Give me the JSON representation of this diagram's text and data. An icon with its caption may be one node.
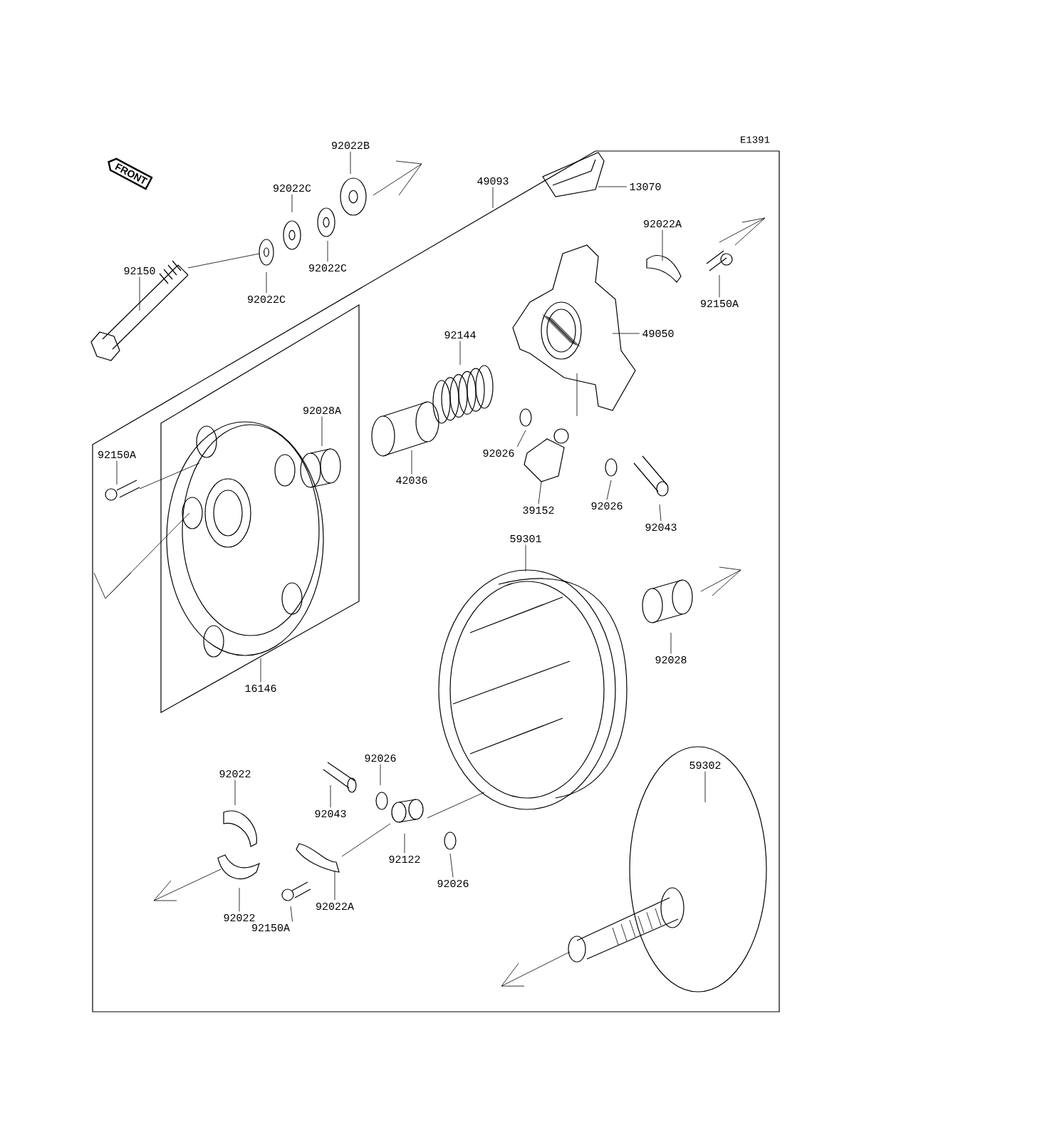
{
  "diagram": {
    "nodes": [
      {
        "text": [
          "FRONT"
        ]
      },
      {
        "text": [
          "92022B"
        ]
      },
      {
        "text": [
          "92022C"
        ]
      },
      {
        "text": [
          "92022C"
        ]
      },
      {
        "text": [
          "92022C"
        ]
      },
      {
        "text": [
          "92150"
        ]
      },
      {
        "text": [
          "49093"
        ]
      },
      {
        "text": [
          "13070"
        ]
      },
      {
        "text": [
          "92022A"
        ]
      },
      {
        "text": [
          "92150A"
        ]
      },
      {
        "text": [
          "49050"
        ]
      },
      {
        "text": [
          "92144"
        ]
      },
      {
        "text": [
          "92028A"
        ]
      },
      {
        "text": [
          "92150A"
        ]
      },
      {
        "text": [
          "42036"
        ]
      },
      {
        "text": [
          "92026"
        ]
      },
      {
        "text": [
          "39152"
        ]
      },
      {
        "text": [
          "92026"
        ]
      },
      {
        "text": [
          "92043"
        ]
      },
      {
        "text": [
          "59301"
        ]
      },
      {
        "text": [
          "16146"
        ]
      },
      {
        "text": [
          "92028"
        ]
      },
      {
        "text": [
          "92026"
        ]
      },
      {
        "text": [
          "92022"
        ]
      },
      {
        "text": [
          "59302"
        ]
      },
      {
        "text": [
          "92043"
        ]
      },
      {
        "text": [
          "92122"
        ]
      },
      {
        "text": [
          "92026"
        ]
      },
      {
        "text": [
          "92022A"
        ]
      },
      {
        "text": [
          "92022"
        ]
      },
      {
        "text": [
          "92150A"
        ]
      }
    ],
    "edges": [
      {
        "from": 1,
        "to": null,
        "arrow": "none"
      },
      {
        "from": 2,
        "to": null,
        "arrow": "none"
      },
      {
        "from": 3,
        "to": null,
        "arrow": "none"
      },
      {
        "from": 4,
        "to": null,
        "arrow": "none"
      },
      {
        "from": 5,
        "to": null,
        "arrow": "none"
      },
      {
        "from": 6,
        "to": null,
        "arrow": "none"
      },
      {
        "from": 7,
        "to": null,
        "arrow": "none"
      },
      {
        "from": 8,
        "to": null,
        "arrow": "none"
      },
      {
        "from": 9,
        "to": null,
        "arrow": "none"
      },
      {
        "from": 10,
        "to": null,
        "arrow": "none"
      },
      {
        "from": 11,
        "to": null,
        "arrow": "none"
      },
      {
        "from": 12,
        "to": null,
        "arrow": "none"
      },
      {
        "from": 13,
        "to": null,
        "arrow": "none"
      },
      {
        "from": 14,
        "to": null,
        "arrow": "none"
      },
      {
        "from": 15,
        "to": null,
        "arrow": "none"
      },
      {
        "from": 16,
        "to": null,
        "arrow": "none"
      },
      {
        "from": 17,
        "to": null,
        "arrow": "none"
      },
      {
        "from": 18,
        "to": null,
        "arrow": "none"
      },
      {
        "from": 19,
        "to": null,
        "arrow": "none"
      },
      {
        "from": 20,
        "to": null,
        "arrow": "none"
      },
      {
        "from": 21,
        "to": null,
        "arrow": "none"
      },
      {
        "from": 22,
        "to": null,
        "arrow": "none"
      },
      {
        "from": 23,
        "to": null,
        "arrow": "none"
      },
      {
        "from": 24,
        "to": null,
        "arrow": "none"
      },
      {
        "from": 25,
        "to": null,
        "arrow": "none"
      },
      {
        "from": 26,
        "to": null,
        "arrow": "none"
      },
      {
        "from": 27,
        "to": null,
        "arrow": "none"
      },
      {
        "from": 28,
        "to": null,
        "arrow": "none"
      },
      {
        "from": 29,
        "to": null,
        "arrow": "none"
      },
      {
        "from": 30,
        "to": null,
        "arrow": "none"
      }
    ],
    "labels": [
      "E1391"
    ]
  }
}
